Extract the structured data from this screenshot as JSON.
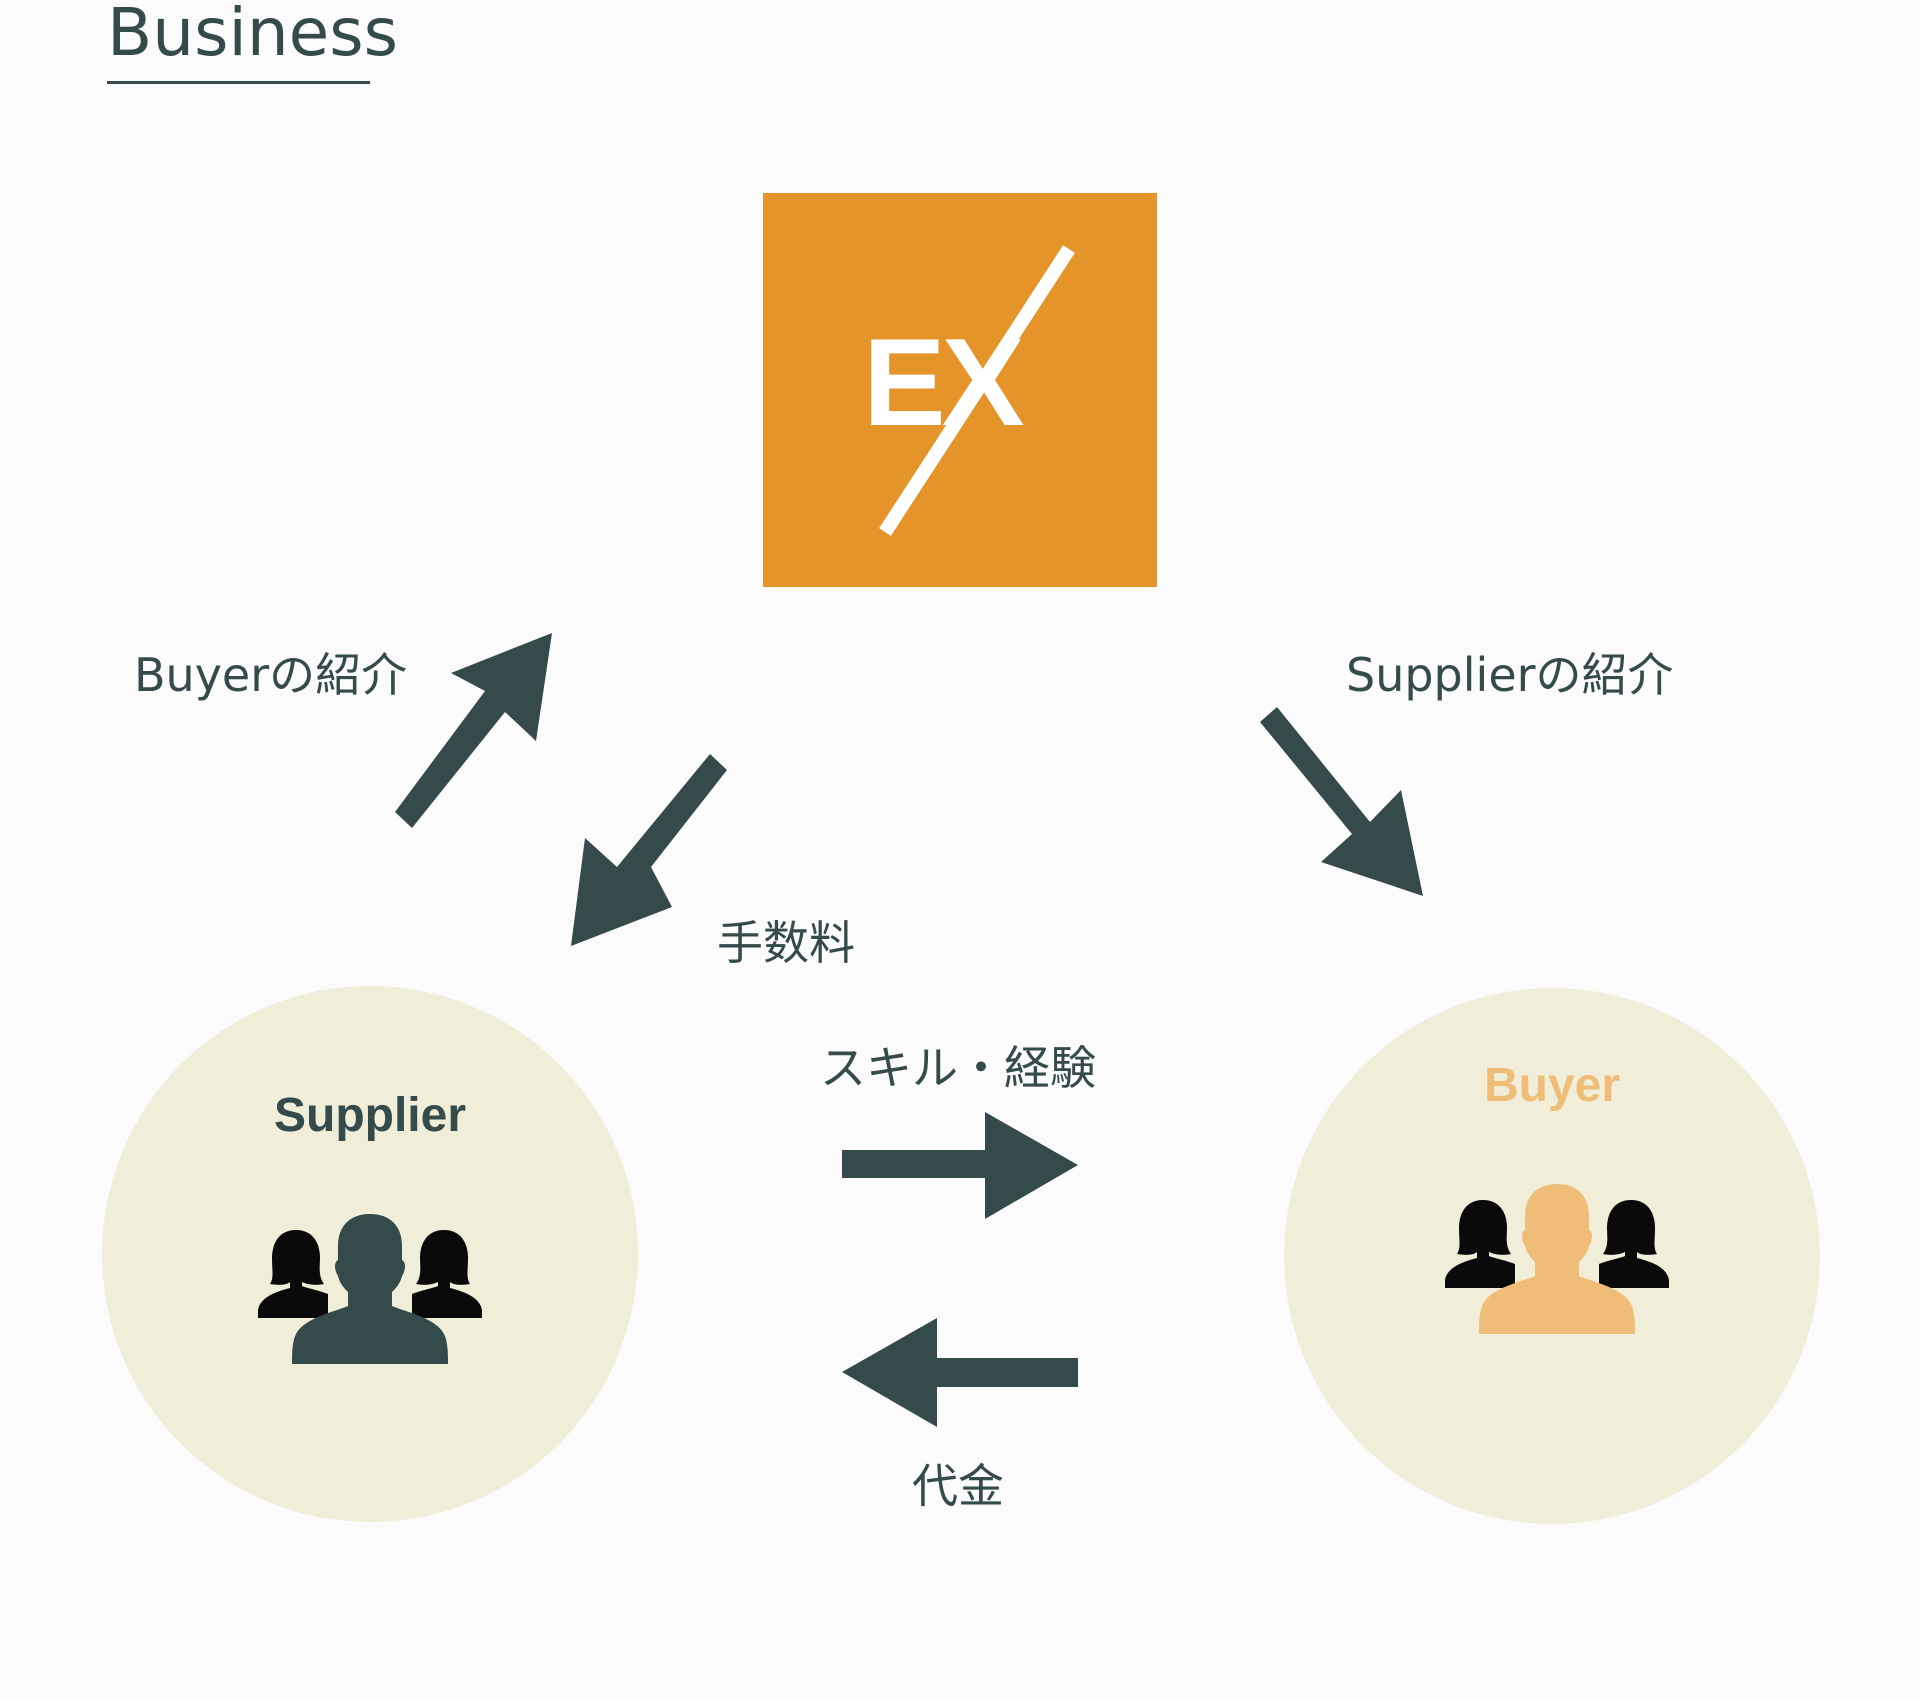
{
  "header": {
    "title": "Business"
  },
  "center": {
    "logo_text": "EX",
    "logo_color": "#e49428"
  },
  "labels": {
    "buyer_intro": "Buyerの紹介",
    "supplier_intro": "Supplierの紹介",
    "fee": "手数料",
    "skills": "スキル・経験",
    "payment": "代金"
  },
  "supplier": {
    "title": "Supplier",
    "title_color": "#344a4b",
    "icon": "group-people-icon"
  },
  "buyer": {
    "title": "Buyer",
    "title_color": "#f0bd78",
    "icon": "group-people-icon"
  },
  "colors": {
    "arrow": "#344a4b",
    "circle": "#f0eed9",
    "background": "#fbfbfb"
  }
}
